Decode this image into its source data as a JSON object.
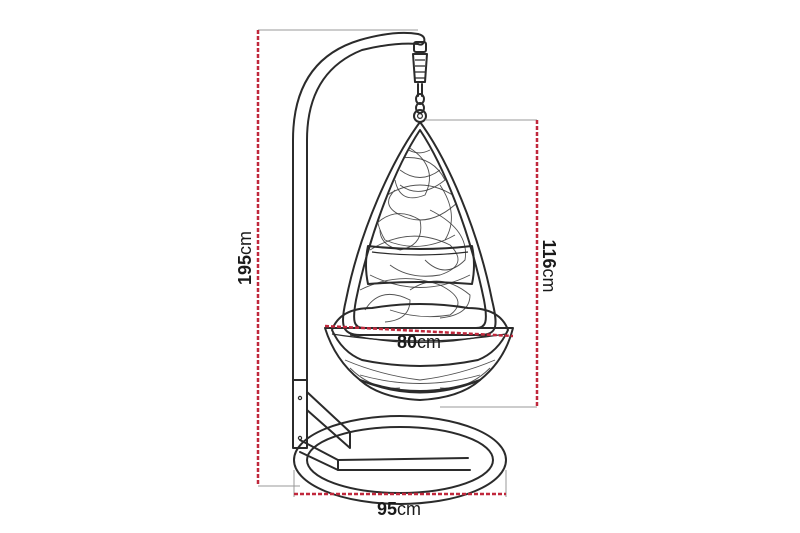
{
  "dimensions": {
    "total_height": {
      "value": "195",
      "unit": "cm"
    },
    "seat_height": {
      "value": "116",
      "unit": "cm"
    },
    "seat_width": {
      "value": "80",
      "unit": "cm"
    },
    "base_width": {
      "value": "95",
      "unit": "cm"
    }
  },
  "colors": {
    "dimension_line": "#c0283c",
    "outline": "#2b2b2b"
  },
  "icons": [
    "hanging-egg-chair-drawing"
  ]
}
